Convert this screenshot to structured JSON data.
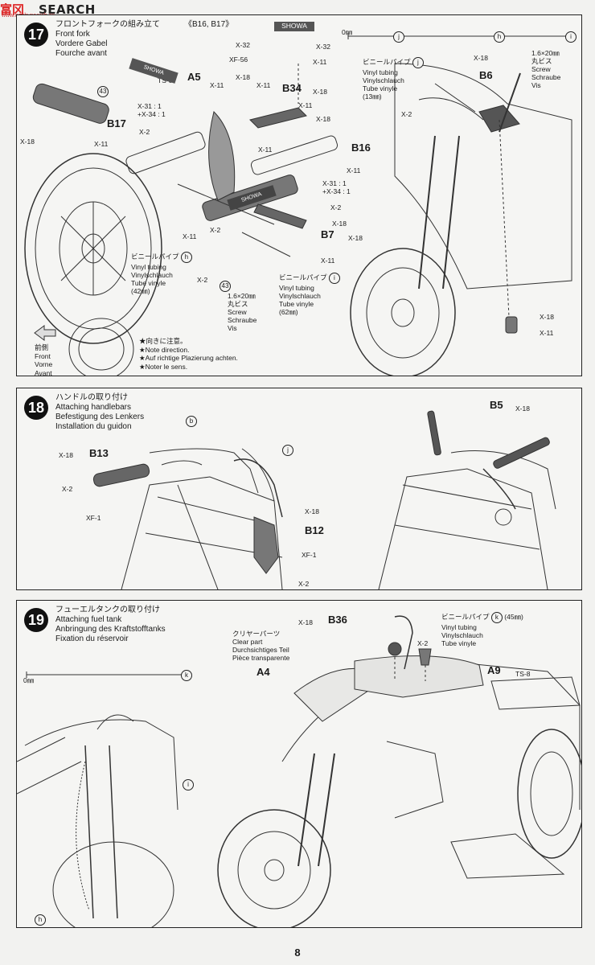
{
  "watermark": {
    "logo": "富冈",
    "site": "SEARCH",
    "url": "www.hobbysearch.cn"
  },
  "step17": {
    "number": "17",
    "title_jp": "フロントフォークの組み立て",
    "title_en": "Front fork",
    "title_de": "Vordere Gabel",
    "title_fr": "Fourche avant",
    "parts_header": "《B16, B17》",
    "scale_zero": "0㎜",
    "vinyl_h": {
      "jp": "ビニールパイプ",
      "en": "Vinyl tubing",
      "de": "Vinylschlauch",
      "fr": "Tube vinyle",
      "len": "(42㎜)",
      "marker": "h"
    },
    "vinyl_i": {
      "jp": "ビニールパイプ",
      "en": "Vinyl tubing",
      "de": "Vinylschlauch",
      "fr": "Tube vinyle",
      "len": "(62㎜)",
      "marker": "i"
    },
    "vinyl_j": {
      "jp": "ビニールパイプ",
      "en": "Vinyl tubing",
      "de": "Vinylschlauch",
      "fr": "Tube vinyle",
      "len": "(13㎜)",
      "marker": "j"
    },
    "screw_main": {
      "size": "1.6×20㎜",
      "jp": "丸ビス",
      "en": "Screw",
      "de": "Schraube",
      "fr": "Vis"
    },
    "screw_top": {
      "size": "1.6×20㎜",
      "jp": "丸ビス",
      "en": "Screw",
      "de": "Schraube",
      "fr": "Vis"
    },
    "note": {
      "jp": "★向きに注意。",
      "en": "★Note direction.",
      "de": "★Auf richtige Plazierung achten.",
      "fr": "★Noter le sens."
    },
    "front": {
      "jp": "前側",
      "en": "Front",
      "de": "Vorne",
      "fr": "Avant"
    },
    "parts": {
      "a5": "A5",
      "b17": "B17",
      "b16": "B16",
      "b34": "B34",
      "b7": "B7",
      "b6": "B6",
      "ts8": "TS-8",
      "x2": "X-2",
      "x11": "X-11",
      "x18": "X-18",
      "x32": "X-32",
      "xf56": "XF-56",
      "mix": "X-31 : 1",
      "mix2": "+X-34 : 1",
      "n43": "43",
      "showa": "SHOWA"
    }
  },
  "step18": {
    "number": "18",
    "title_jp": "ハンドルの取り付け",
    "title_en": "Attaching handlebars",
    "title_de": "Befestigung des Lenkers",
    "title_fr": "Installation du guidon",
    "parts": {
      "b13": "B13",
      "b12": "B12",
      "b5": "B5",
      "x18": "X-18",
      "x2": "X-2",
      "xf1": "XF-1",
      "mb": "b",
      "mj": "j"
    }
  },
  "step19": {
    "number": "19",
    "title_jp": "フューエルタンクの取り付け",
    "title_en": "Attaching fuel tank",
    "title_de": "Anbringung des Kraftstofftanks",
    "title_fr": "Fixation du réservoir",
    "scale_zero": "0㎜",
    "clear": {
      "jp": "クリヤーパーツ",
      "en": "Clear part",
      "de": "Durchsichtiges Teil",
      "fr": "Pièce transparente"
    },
    "vinyl_k": {
      "jp": "ビニールパイプ",
      "en": "Vinyl tubing",
      "de": "Vinylschlauch",
      "fr": "Tube vinyle",
      "len": "(45㎜)",
      "marker": "k"
    },
    "parts": {
      "a4": "A4",
      "a9": "A9",
      "b36": "B36",
      "ts8": "TS-8",
      "x18": "X-18",
      "x2": "X-2",
      "mi": "i",
      "mh": "h",
      "mk": "k"
    }
  },
  "page_number": "8"
}
